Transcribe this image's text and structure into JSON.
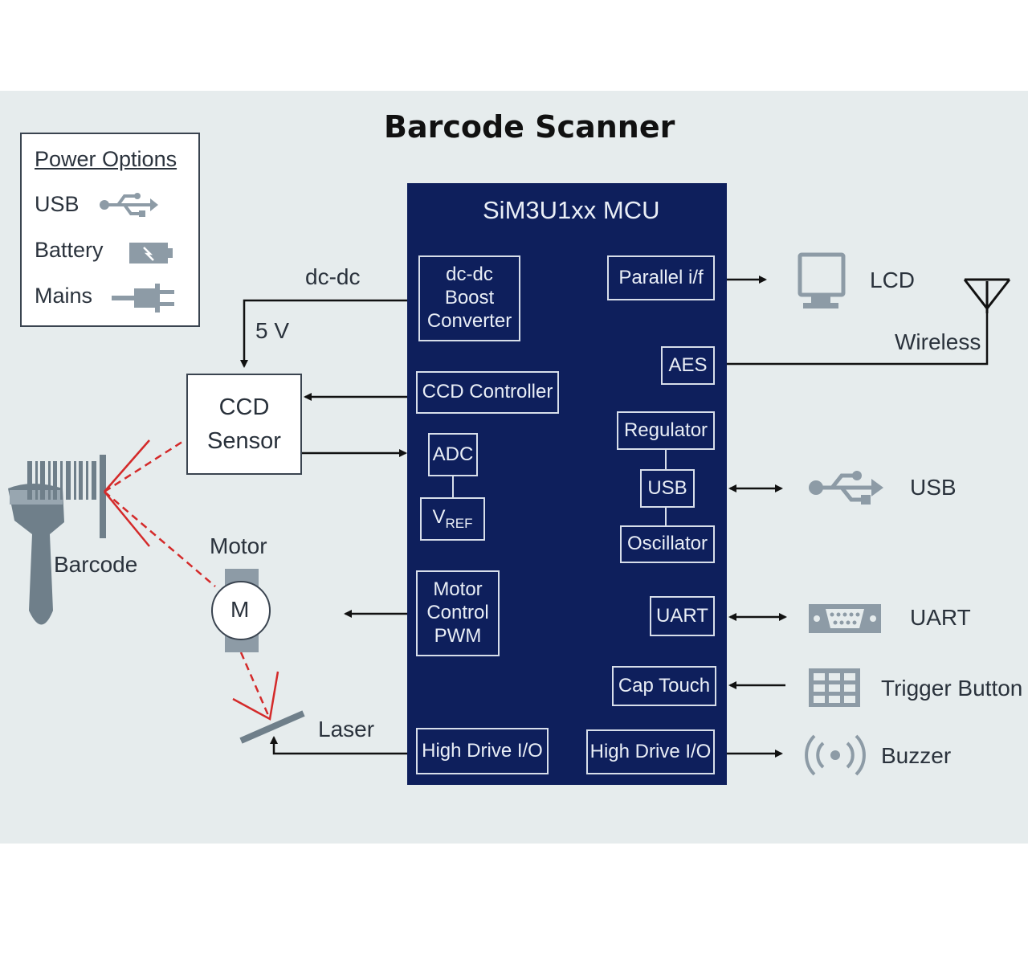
{
  "title": "Barcode Scanner",
  "power_options": {
    "heading": "Power Options",
    "items": [
      {
        "label": "USB",
        "icon": "usb-icon"
      },
      {
        "label": "Battery",
        "icon": "battery-icon"
      },
      {
        "label": "Mains",
        "icon": "plug-icon"
      }
    ]
  },
  "mcu": {
    "title": "SiM3U1xx MCU",
    "blocks": {
      "dcdc": [
        "dc-dc",
        "Boost",
        "Converter"
      ],
      "ccd_controller": "CCD Controller",
      "adc": "ADC",
      "vref_main": "V",
      "vref_sub": "REF",
      "motor_control": [
        "Motor",
        "Control",
        "PWM"
      ],
      "high_drive_left": "High Drive I/O",
      "parallel": "Parallel i/f",
      "aes": "AES",
      "regulator": "Regulator",
      "usb": "USB",
      "oscillator": "Oscillator",
      "uart": "UART",
      "cap_touch": "Cap Touch",
      "high_drive_right": "High Drive I/O"
    }
  },
  "left": {
    "dcdc_label": "dc-dc",
    "five_v": "5 V",
    "ccd_sensor": [
      "CCD",
      "Sensor"
    ],
    "barcode": "Barcode",
    "motor": "Motor",
    "motor_symbol": "M",
    "laser": "Laser"
  },
  "right": {
    "lcd": "LCD",
    "wireless": "Wireless",
    "usb": "USB",
    "uart": "UART",
    "trigger": "Trigger Button",
    "buzzer": "Buzzer"
  },
  "colors": {
    "mcu_fill": "#0e1f5c",
    "panel": "#e6eced",
    "icon_gray": "#8d9ba6",
    "laser_red": "#d42a2a"
  }
}
